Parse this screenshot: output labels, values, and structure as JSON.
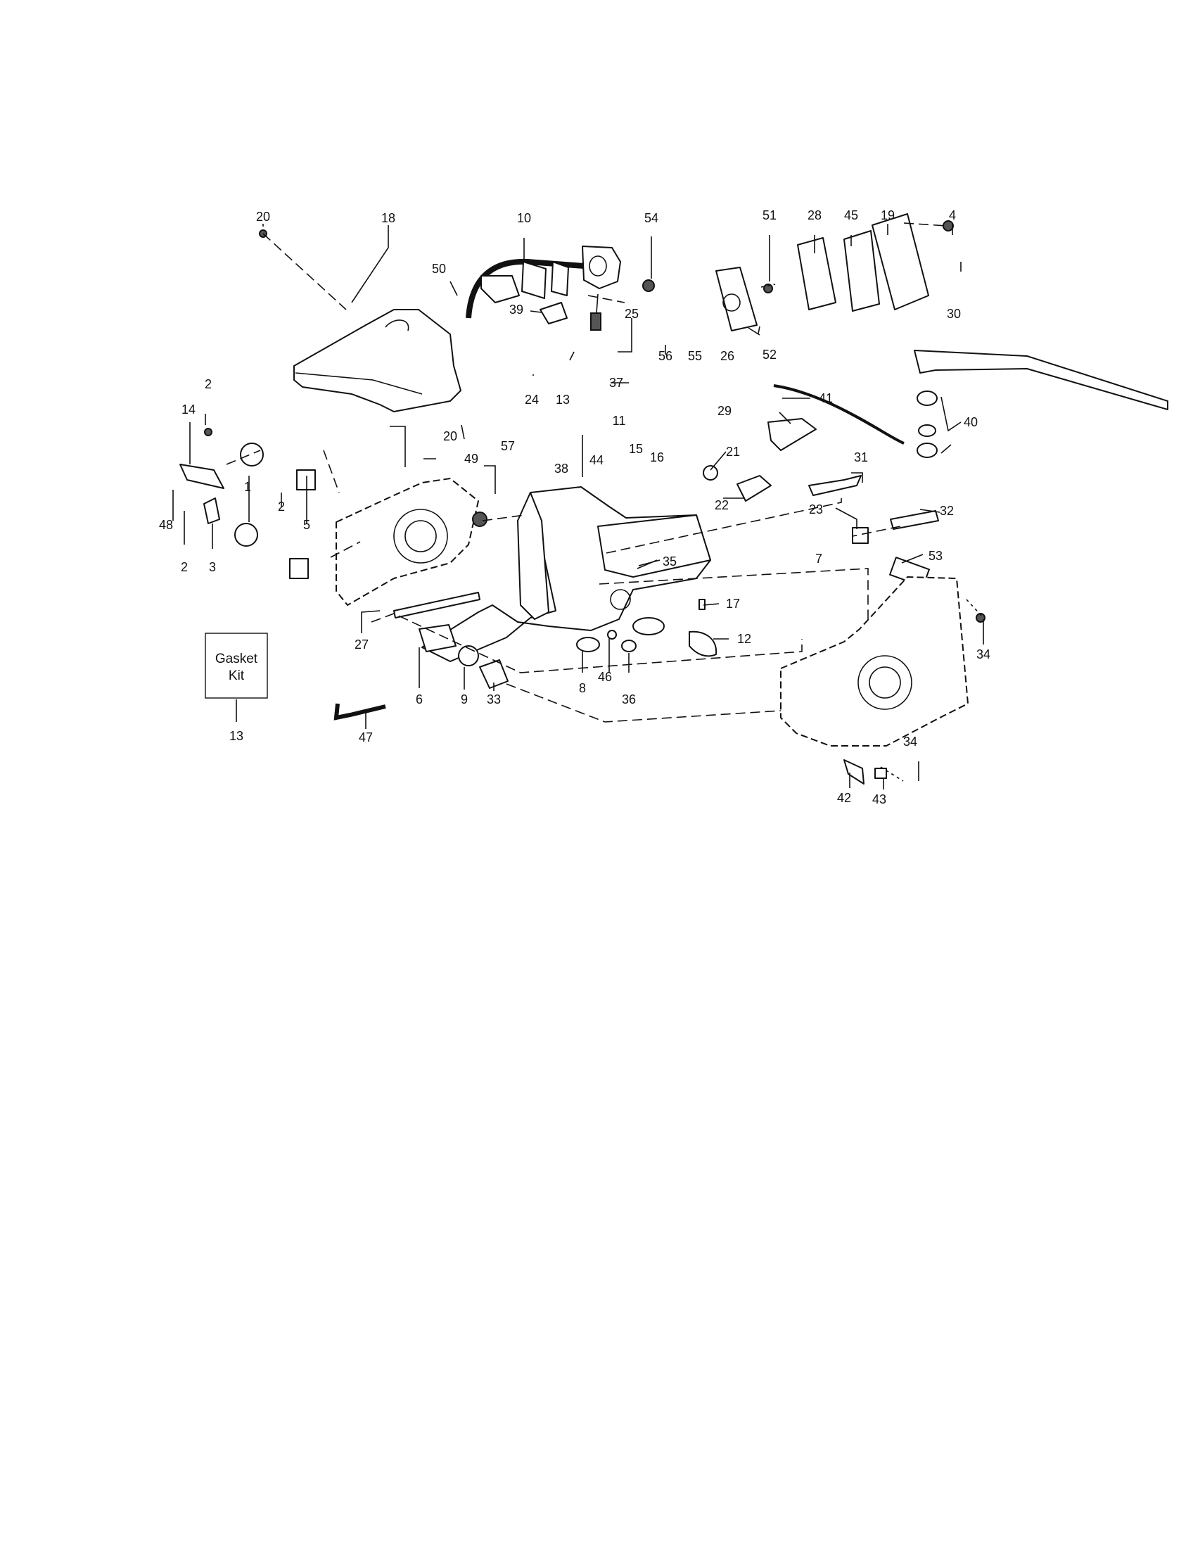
{
  "kit_box": {
    "line1": "Gasket",
    "line2": "Kit",
    "ref": "13"
  },
  "callouts": [
    "20",
    "18",
    "10",
    "54",
    "51",
    "28",
    "45",
    "19",
    "4",
    "50",
    "39",
    "25",
    "30",
    "56",
    "55",
    "26",
    "52",
    "2",
    "14",
    "37",
    "24",
    "13",
    "57",
    "41",
    "29",
    "40",
    "20",
    "11",
    "15",
    "16",
    "21",
    "31",
    "38",
    "44",
    "49",
    "1",
    "2",
    "5",
    "48",
    "2",
    "3",
    "22",
    "23",
    "32",
    "35",
    "7",
    "53",
    "17",
    "27",
    "12",
    "34",
    "6",
    "9",
    "33",
    "8",
    "46",
    "36",
    "13",
    "47",
    "34",
    "42",
    "43"
  ]
}
